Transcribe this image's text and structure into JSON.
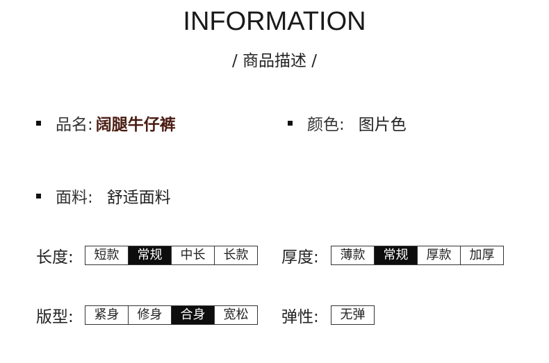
{
  "header": {
    "title": "INFORMATION",
    "subtitle": "/ 商品描述 /"
  },
  "info": {
    "name": {
      "label": "品名:",
      "value": "阔腿牛仔裤",
      "value_color": "#4a1c12"
    },
    "color": {
      "label": "颜色:",
      "value": "图片色"
    },
    "fabric": {
      "label": "面料:",
      "value": "舒适面料"
    }
  },
  "attributes": {
    "length": {
      "label": "长度:",
      "options": [
        "短款",
        "常规",
        "中长",
        "长款"
      ],
      "selected": "常规"
    },
    "thickness": {
      "label": "厚度:",
      "options": [
        "薄款",
        "常规",
        "厚款",
        "加厚"
      ],
      "selected": "常规"
    },
    "fit": {
      "label": "版型:",
      "options": [
        "紧身",
        "修身",
        "合身",
        "宽松"
      ],
      "selected": "合身"
    },
    "elasticity": {
      "label": "弹性:",
      "options": [
        "无弹"
      ],
      "selected": ""
    }
  },
  "colors": {
    "selected_bg": "#0d0d0d",
    "selected_text": "#ffffff",
    "border": "#333333"
  }
}
